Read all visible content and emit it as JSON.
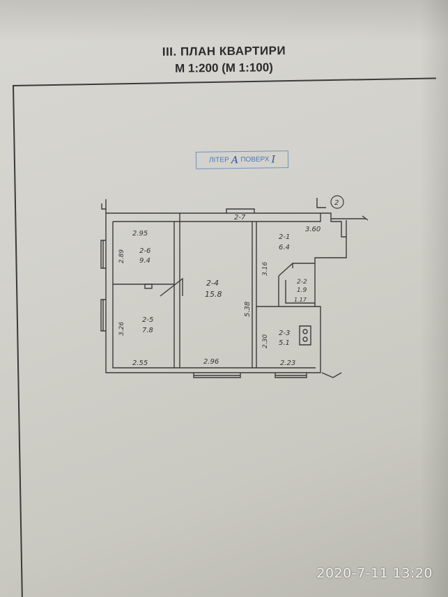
{
  "document": {
    "title": "III. ПЛАН КВАРТИРИ",
    "scale": "М 1:200 (М 1:100)",
    "stamp": {
      "litera_label": "ЛІТЕР",
      "litera_value": "А",
      "floor_label": "ПОВЕРХ",
      "floor_value": "I"
    },
    "marker": "2"
  },
  "plan": {
    "rooms": [
      {
        "code": "2-6",
        "area": "9.4"
      },
      {
        "code": "2-5",
        "area": "7.8"
      },
      {
        "code": "2-4",
        "area": "15.8"
      },
      {
        "code": "2-1",
        "area": "6.4"
      },
      {
        "code": "2-2",
        "area": "1.9"
      },
      {
        "code": "2-3",
        "area": "5.1"
      },
      {
        "code": "2-7",
        "area": ""
      }
    ],
    "dimensions": {
      "d_room6_top": "2.95",
      "d_room6_side": "2.89",
      "d_room5_side": "3.26",
      "d_room5_bottom": "2.55",
      "d_room4_bottom": "2.96",
      "d_room4_side": "5.38",
      "d_room1_top": "3.60",
      "d_room1_side": "3.16",
      "d_room3_side": "2.30",
      "d_room3_bottom": "2.23",
      "d_room2_small": "1.17"
    }
  },
  "camera": {
    "timestamp": "2020-7-11 13:20"
  },
  "colors": {
    "paper": "#d2d1cb",
    "ink": "#333333",
    "stamp_blue": "#4c78b8"
  }
}
